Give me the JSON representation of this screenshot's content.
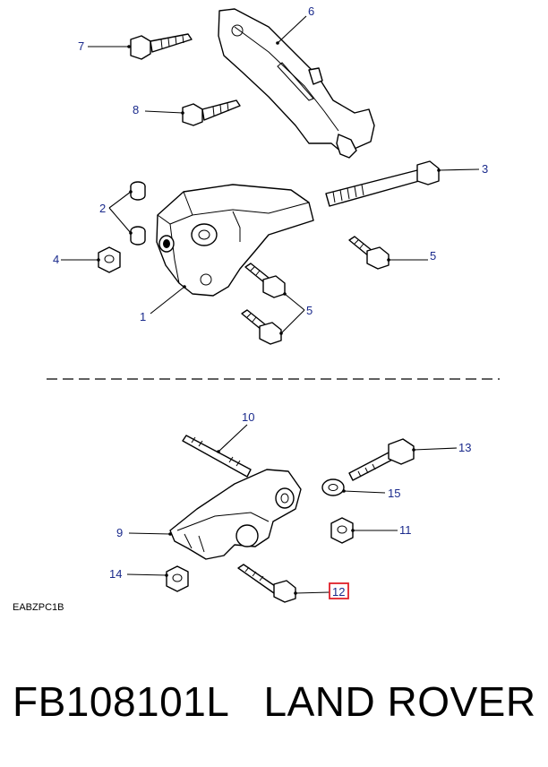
{
  "diagram": {
    "callouts": {
      "c1": "1",
      "c2": "2",
      "c3": "3",
      "c4": "4",
      "c5a": "5",
      "c5b": "5",
      "c6": "6",
      "c7": "7",
      "c8": "8",
      "c9": "9",
      "c10": "10",
      "c11": "11",
      "c12": "12",
      "c13": "13",
      "c14": "14",
      "c15": "15"
    },
    "highlighted_callout": "12",
    "highlight_color": "#e0202a",
    "callout_color": "#1a2a8c",
    "drawing_code": "EABZPC1B"
  },
  "footer": {
    "part_number": "FB108101L",
    "brand": "LAND ROVER"
  }
}
